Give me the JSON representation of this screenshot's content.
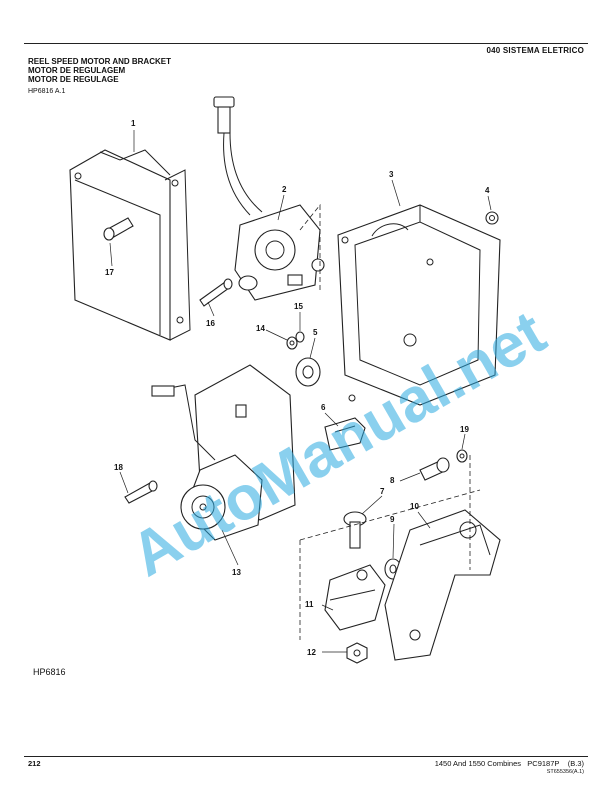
{
  "header": {
    "section": "040  SISTEMA ELETRICO"
  },
  "title": {
    "line1": "REEL SPEED MOTOR AND BRACKET",
    "line2": "MOTOR DE REGULAGEM",
    "line3": "MOTOR DE REGULAGE"
  },
  "figure_ref": "HP6816 A.1",
  "figure_label": "HP6816",
  "callouts": {
    "c1": "1",
    "c2": "2",
    "c3": "3",
    "c4": "4",
    "c5": "5",
    "c6": "6",
    "c7": "7",
    "c8": "8",
    "c9": "9",
    "c10": "10",
    "c11": "11",
    "c12": "12",
    "c13": "13",
    "c14": "14",
    "c15": "15",
    "c16": "16",
    "c17": "17",
    "c18": "18",
    "c19": "19"
  },
  "watermark": "AutoManual.net",
  "footer": {
    "page_number": "212",
    "model": "1450 And 1550 Combines",
    "catalog": "PC9187P",
    "revision": "(B.3)",
    "code": "ST655356(A.1)"
  }
}
